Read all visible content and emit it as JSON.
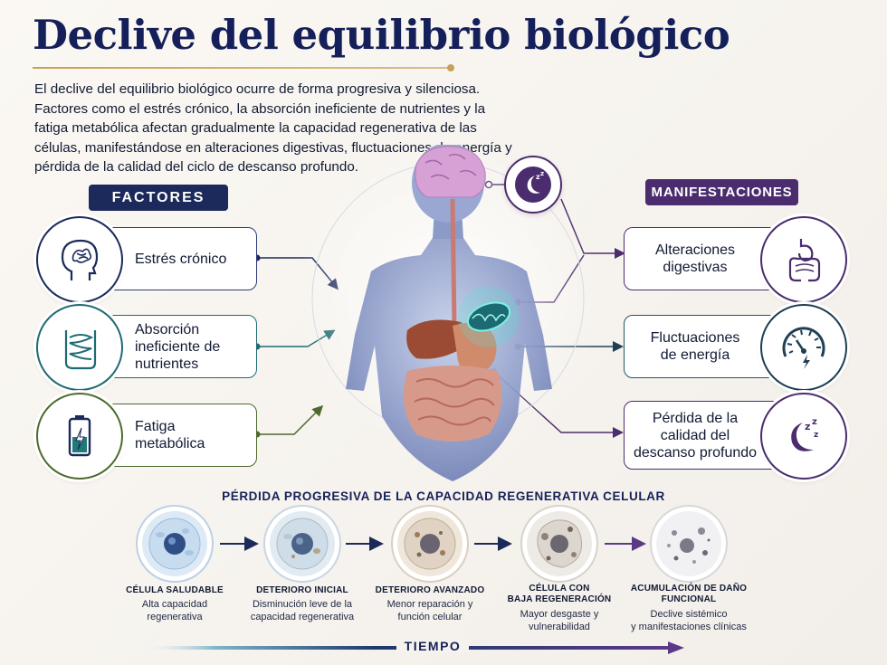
{
  "title": "Declive del equilibrio biológico",
  "intro": "El declive del equilibrio biológico ocurre de forma progresiva y silenciosa. Factores como el estrés crónico, la absorción ineficiente de nutrientes y la fatiga metabólica afectan gradualmente la capacidad regenerativa de las células, manifestándose en alteraciones digestivas, fluctuaciones de energía y pérdida de la calidad del ciclo de descanso profundo.",
  "factores": {
    "heading": "FACTORES",
    "items": [
      {
        "label_lines": [
          "Estrés crónico"
        ],
        "icon": "head-stress-icon"
      },
      {
        "label_lines": [
          "Absorción",
          "ineficiente de",
          "nutrientes"
        ],
        "icon": "intestine-icon"
      },
      {
        "label_lines": [
          "Fatiga",
          "metabólica"
        ],
        "icon": "low-battery-icon"
      }
    ]
  },
  "manifestaciones": {
    "heading": "MANIFESTACIONES",
    "items": [
      {
        "label_lines": [
          "Alteraciones",
          "digestivas"
        ],
        "icon": "digestive-icon"
      },
      {
        "label_lines": [
          "Fluctuaciones",
          "de energía"
        ],
        "icon": "gauge-icon"
      },
      {
        "label_lines": [
          "Pérdida de la",
          "calidad del",
          "descanso profundo"
        ],
        "icon": "moon-sleep-icon"
      }
    ]
  },
  "progresion": {
    "title": "PÉRDIDA PROGRESIVA DE LA CAPACIDAD REGENERATIVA CELULAR",
    "stages": [
      {
        "label_lines": [
          "CÉLULA SALUDABLE"
        ],
        "desc_lines": [
          "Alta capacidad",
          "regenerativa"
        ]
      },
      {
        "label_lines": [
          "DETERIORO INICIAL"
        ],
        "desc_lines": [
          "Disminución leve de la",
          "capacidad regenerativa"
        ]
      },
      {
        "label_lines": [
          "DETERIORO AVANZADO"
        ],
        "desc_lines": [
          "Menor reparación y",
          "función celular"
        ]
      },
      {
        "label_lines": [
          "CÉLULA CON",
          "BAJA REGENERACIÓN"
        ],
        "desc_lines": [
          "Mayor desgaste y",
          "vulnerabilidad"
        ]
      },
      {
        "label_lines": [
          "ACUMULACIÓN DE DAÑO",
          "FUNCIONAL"
        ],
        "desc_lines": [
          "Declive sistémico",
          "y manifestaciones clínicas"
        ]
      }
    ],
    "time_label": "TIEMPO"
  },
  "colors": {
    "navy": "#1b2a5a",
    "teal": "#1f6a72",
    "olive": "#4d6a2e",
    "purple": "#4b2c6e",
    "gold": "#c6a15b"
  }
}
